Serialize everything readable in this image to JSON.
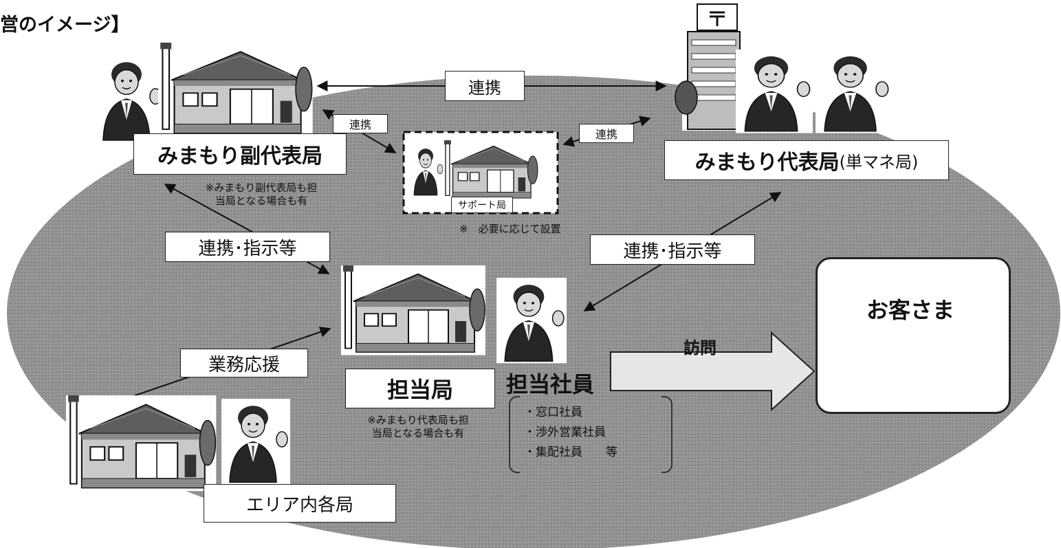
{
  "title": "営のイメージ】",
  "labels": {
    "main_link": "連携",
    "sub_link_left": "連携",
    "sub_link_right": "連携",
    "vice_office": "みまもり副代表局",
    "rep_office_name": "みまもり代表局",
    "rep_office_suffix": "(単マネ局)",
    "support_office": "サポート局",
    "support_note": "※　必要に応じて設置",
    "vice_note_line1": "※みまもり副代表局も担",
    "vice_note_line2": "当局となる場合も有",
    "link_instruct_left": "連携･指示等",
    "link_instruct_right": "連携･指示等",
    "business_support": "業務応援",
    "assigned_office": "担当局",
    "assigned_note_line1": "※みまもり代表局も担",
    "assigned_note_line2": "当局となる場合も有",
    "assigned_staff": "担当社員",
    "staff_items": [
      "・窓口社員",
      "・渉外営業社員",
      "・集配社員　　等"
    ],
    "visit": "訪問",
    "customer": "お客さま",
    "area_offices": "エリア内各局"
  },
  "colors": {
    "area_fill": "#8f8f8f",
    "panel_fill": "#ffffff",
    "border": "#222222",
    "arrow_fill": "#e6e6e6"
  },
  "icons": [
    "post-office-icon",
    "post-office-building-icon",
    "staff-person-icon",
    "customer-elderly-icon"
  ]
}
